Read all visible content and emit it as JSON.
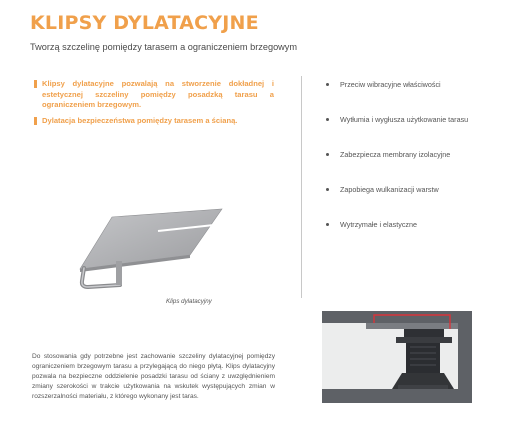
{
  "header": {
    "title": "KLIPSY DYLATACYJNE",
    "subtitle": "Tworzą szczelinę pomiędzy tarasem a ograniczeniem brzegowym"
  },
  "features": [
    "Klipsy dylatacyjne pozwalają na stworzenie dokładnej i estetycznej szczeliny pomiędzy posadzką tarasu a ograniczeniem brzegowym.",
    "Dylatacja bezpieczeństwa pomiędzy tarasem a ścianą."
  ],
  "bullets": [
    "Przeciw wibracyjne właściwości",
    "Wytłumia i wygłusza użytkowanie tarasu",
    "Zabezpiecza membrany izolacyjne",
    "Zapobiega wulkanizacji warstw",
    "Wytrzymałe i elastyczne"
  ],
  "product_caption": "Klips dylatacyjny",
  "body_text": "Do stosowania gdy potrzebne jest zachowanie szczeliny dylatacyjnej pomiędzy ograniczeniem brzegowym tarasu a przylegającą do niego płytą. Klips dylatacyjny pozwala na bezpieczne oddzielenie posadzki tarasu od ściany z uwzględnieniem zmiany szerokości w trakcie użytkowania na wskutek występujących zmian w rozszerzalności materiału, z którego wykonany jest taras.",
  "colors": {
    "accent": "#f0a04b",
    "clip_gray": "#a9aaad",
    "highlight_red": "#d9343a"
  }
}
